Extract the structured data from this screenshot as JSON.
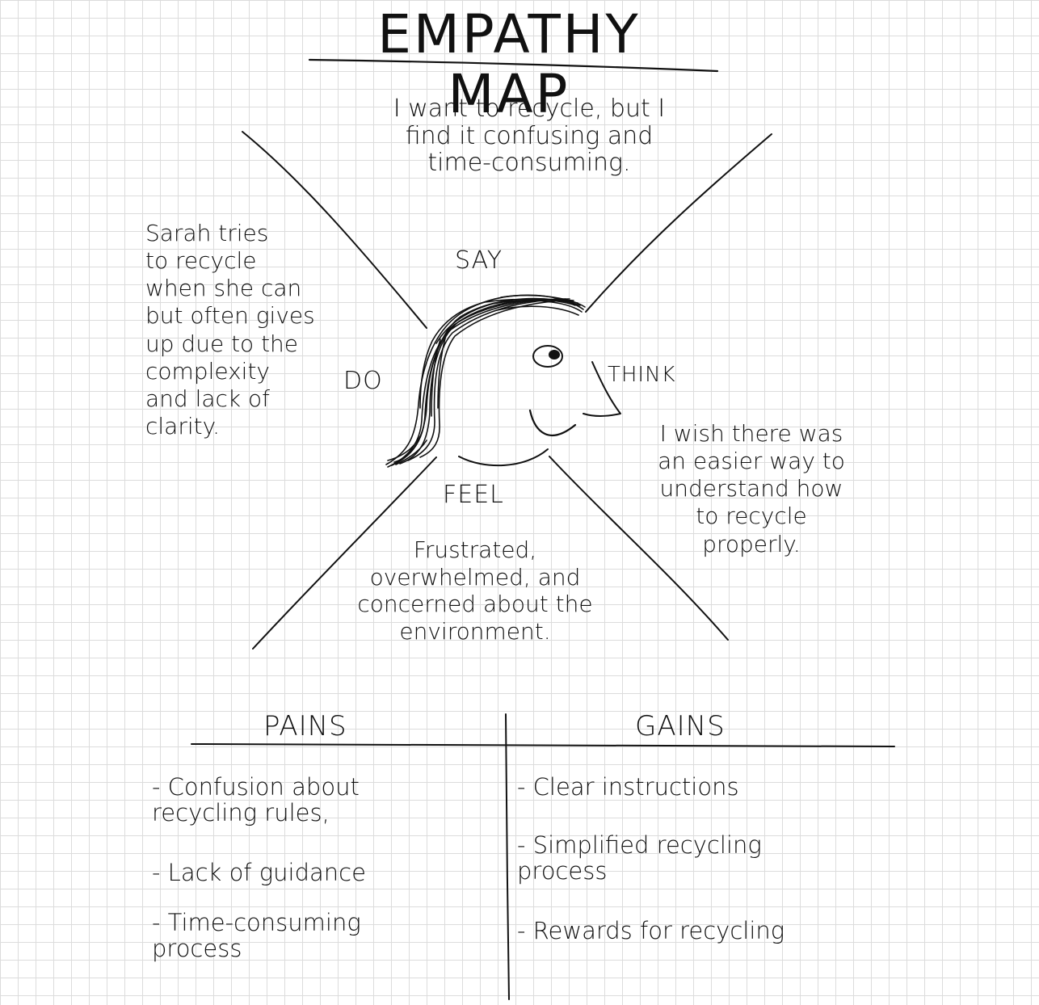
{
  "title": "EMPATHY MAP",
  "quadrants": {
    "say": {
      "label": "SAY",
      "text": "I want to recycle, but I\nfind it confusing and\ntime-consuming."
    },
    "do": {
      "label": "DO",
      "text": "Sarah tries\nto recycle\nwhen she can\nbut often gives\nup due to the\ncomplexity\nand lack of\nclarity."
    },
    "think": {
      "label": "THINK",
      "text": "I wish there was\nan easier way to\nunderstand how\nto recycle\nproperly."
    },
    "feel": {
      "label": "FEEL",
      "text": "Frustrated,\noverwhelmed, and\nconcerned about the\nenvironment."
    }
  },
  "pains": {
    "heading": "PAINS",
    "items": [
      "- Confusion about\nrecycling rules,",
      "- Lack of guidance",
      "- Time-consuming\nprocess"
    ]
  },
  "gains": {
    "heading": "GAINS",
    "items": [
      "- Clear instructions",
      "- Simplified recycling\nprocess",
      "- Rewards for recycling"
    ]
  },
  "colors": {
    "ink": "#111111",
    "grid": "#dcdcdc",
    "paper": "#ffffff"
  }
}
